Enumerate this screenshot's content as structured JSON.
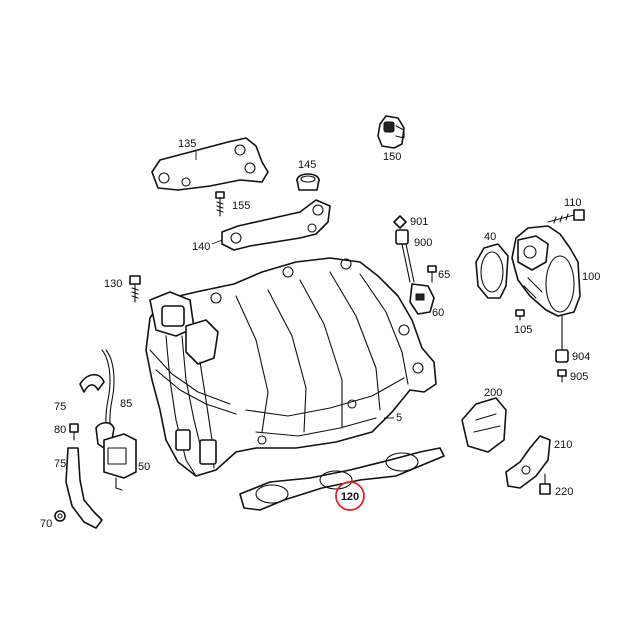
{
  "labels": {
    "l135": "135",
    "l145": "145",
    "l150": "150",
    "l155": "155",
    "l140": "140",
    "l901": "901",
    "l900": "900",
    "l65": "65",
    "l60": "60",
    "l110": "110",
    "l40": "40",
    "l100": "100",
    "l105": "105",
    "l904": "904",
    "l905": "905",
    "l130": "130",
    "l75a": "75",
    "l85": "85",
    "l80": "80",
    "l75b": "75",
    "l50": "50",
    "l70": "70",
    "l5": "5",
    "l120": "120",
    "l200": "200",
    "l210": "210",
    "l220": "220"
  },
  "highlight": {
    "part": "120",
    "color": "#d62b2b"
  }
}
